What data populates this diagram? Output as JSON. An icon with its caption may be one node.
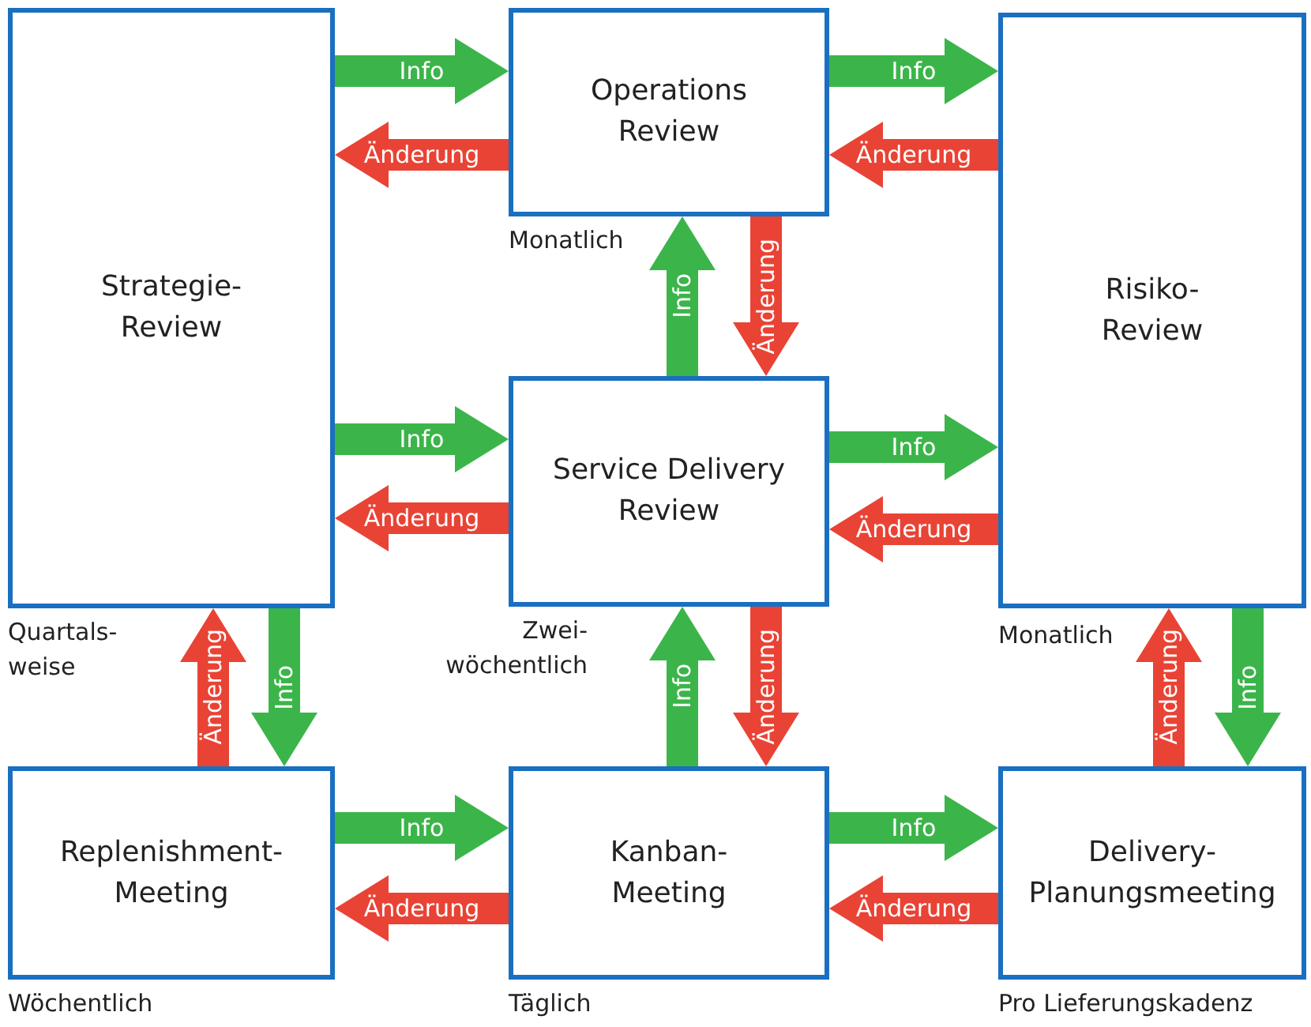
{
  "diagram": {
    "nodes": [
      {
        "text": [
          "Strategie- Review"
        ],
        "beside": [
          "Quartals- weise"
        ]
      },
      {
        "text": [
          "Operations Review"
        ],
        "beside": [
          "Monatlich"
        ]
      },
      {
        "text": [
          "Risiko- Review"
        ],
        "beside": [
          "Monatlich"
        ]
      },
      {
        "text": [
          "Service Delivery Review"
        ],
        "beside": [
          "Zwei- wöchentlich"
        ]
      },
      {
        "text": [
          "Replenishment- Meeting"
        ],
        "beside": [
          "Wöchentlich"
        ]
      },
      {
        "text": [
          "Kanban- Meeting"
        ],
        "beside": [
          "Täglich"
        ]
      },
      {
        "text": [
          "Delivery- Planungsmeeting"
        ],
        "beside": [
          "Pro Lieferungskadenz"
        ]
      }
    ],
    "edges": [
      {
        "from": 0,
        "to": 1,
        "arrow": "to",
        "label": "Info",
        "color": "#3bb54a"
      },
      {
        "from": 1,
        "to": 0,
        "arrow": "to",
        "label": "Änderung",
        "color": "#e94335"
      },
      {
        "from": 1,
        "to": 2,
        "arrow": "to",
        "label": "Info",
        "color": "#3bb54a"
      },
      {
        "from": 2,
        "to": 1,
        "arrow": "to",
        "label": "Änderung",
        "color": "#e94335"
      },
      {
        "from": 3,
        "to": 1,
        "arrow": "to",
        "label": "Info",
        "color": "#3bb54a"
      },
      {
        "from": 1,
        "to": 3,
        "arrow": "to",
        "label": "Änderung",
        "color": "#e94335"
      },
      {
        "from": 0,
        "to": 3,
        "arrow": "to",
        "label": "Info",
        "color": "#3bb54a"
      },
      {
        "from": 3,
        "to": 0,
        "arrow": "to",
        "label": "Änderung",
        "color": "#e94335"
      },
      {
        "from": 3,
        "to": 2,
        "arrow": "to",
        "label": "Info",
        "color": "#3bb54a"
      },
      {
        "from": 2,
        "to": 3,
        "arrow": "to",
        "label": "Änderung",
        "color": "#e94335"
      },
      {
        "from": 4,
        "to": 0,
        "arrow": "to",
        "label": "Änderung",
        "color": "#e94335"
      },
      {
        "from": 0,
        "to": 4,
        "arrow": "to",
        "label": "Info",
        "color": "#3bb54a"
      },
      {
        "from": 5,
        "to": 3,
        "arrow": "to",
        "label": "Info",
        "color": "#3bb54a"
      },
      {
        "from": 3,
        "to": 5,
        "arrow": "to",
        "label": "Änderung",
        "color": "#e94335"
      },
      {
        "from": 6,
        "to": 2,
        "arrow": "to",
        "label": "Änderung",
        "color": "#e94335"
      },
      {
        "from": 2,
        "to": 6,
        "arrow": "to",
        "label": "Info",
        "color": "#3bb54a"
      },
      {
        "from": 4,
        "to": 5,
        "arrow": "to",
        "label": "Info",
        "color": "#3bb54a"
      },
      {
        "from": 5,
        "to": 4,
        "arrow": "to",
        "label": "Änderung",
        "color": "#e94335"
      },
      {
        "from": 5,
        "to": 6,
        "arrow": "to",
        "label": "Info",
        "color": "#3bb54a"
      },
      {
        "from": 6,
        "to": 5,
        "arrow": "to",
        "label": "Änderung",
        "color": "#e94335"
      }
    ]
  }
}
